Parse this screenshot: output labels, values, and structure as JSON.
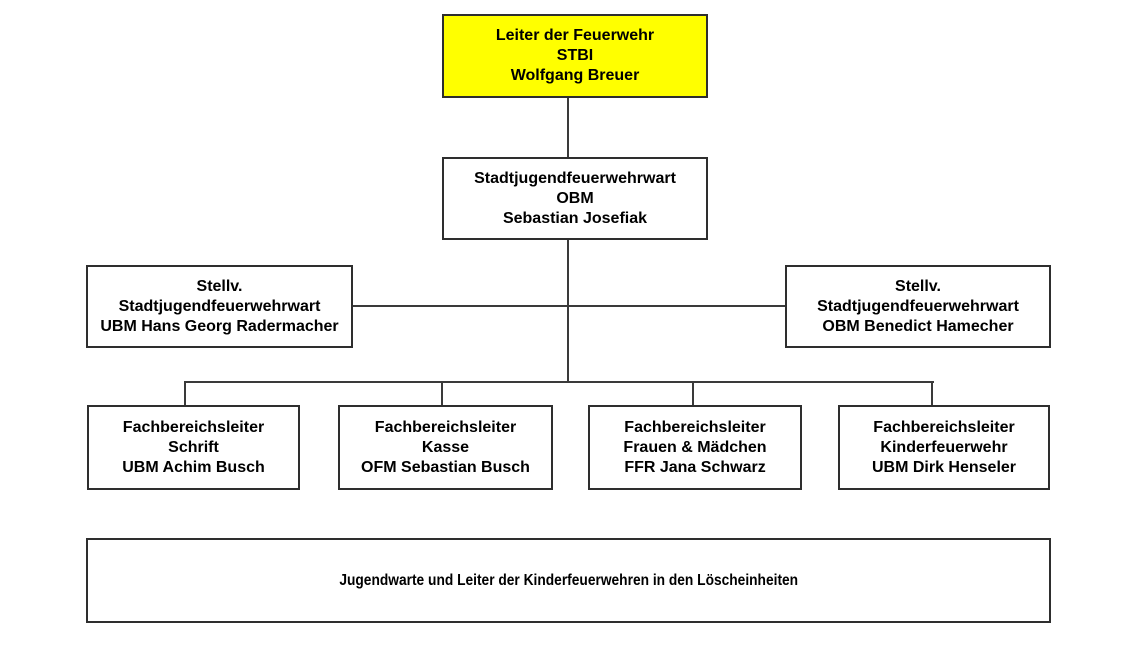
{
  "colors": {
    "highlight_yellow": "#ffff00",
    "box_border": "#2e2e2e",
    "connector_line": "#3a3a3a",
    "text": "#000000",
    "background": "#ffffff"
  },
  "org_chart": {
    "type": "organization-chart",
    "nodes": {
      "leader": {
        "lines": [
          "Leiter der Feuerwehr",
          "STBI",
          "Wolfgang Breuer"
        ],
        "highlighted": true
      },
      "jugendwart": {
        "lines": [
          "Stadtjugendfeuerwehrwart",
          "OBM",
          "Sebastian Josefiak"
        ]
      },
      "stellv_left": {
        "lines": [
          "Stellv.",
          "Stadtjugendfeuerwehrwart",
          "UBM Hans Georg Radermacher"
        ]
      },
      "stellv_right": {
        "lines": [
          "Stellv.",
          "Stadtjugendfeuerwehrwart",
          "OBM Benedict Hamecher"
        ]
      },
      "fachbereich_schrift": {
        "lines": [
          "Fachbereichsleiter",
          "Schrift",
          "UBM Achim Busch"
        ]
      },
      "fachbereich_kasse": {
        "lines": [
          "Fachbereichsleiter",
          "Kasse",
          "OFM Sebastian Busch"
        ]
      },
      "fachbereich_frauen_maedchen": {
        "lines": [
          "Fachbereichsleiter",
          "Frauen & Mädchen",
          "FFR Jana Schwarz"
        ]
      },
      "fachbereich_kinderfeuerwehr": {
        "lines": [
          "Fachbereichsleiter",
          "Kinderfeuerwehr",
          "UBM Dirk Henseler"
        ]
      },
      "jugendwarte": {
        "lines": [
          "Jugendwarte und Leiter der Kinderfeuerwehren in den Löscheinheiten"
        ]
      }
    }
  }
}
